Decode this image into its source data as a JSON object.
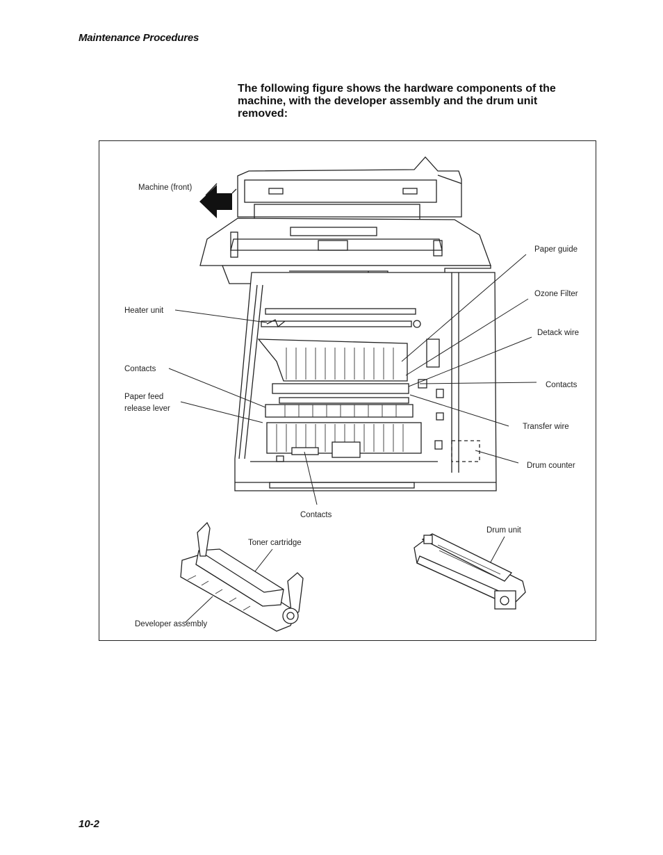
{
  "header": {
    "title": "Maintenance Procedures"
  },
  "intro": {
    "text": "The following figure shows the hardware components of the machine, with the developer assembly and the drum unit removed:"
  },
  "figure": {
    "labels": {
      "machine_front": "Machine (front)",
      "heater_unit": "Heater unit",
      "contacts_left": "Contacts",
      "paper_feed_line1": "Paper feed",
      "paper_feed_line2": "release lever",
      "paper_guide": "Paper guide",
      "ozone_filter": "Ozone Filter",
      "detack_wire": "Detack wire",
      "contacts_right": "Contacts",
      "transfer_wire": "Transfer wire",
      "drum_counter": "Drum counter",
      "contacts_bottom": "Contacts",
      "toner_cartridge": "Toner cartridge",
      "developer_assembly": "Developer assembly",
      "drum_unit": "Drum unit"
    }
  },
  "footer": {
    "page_number": "10-2"
  }
}
